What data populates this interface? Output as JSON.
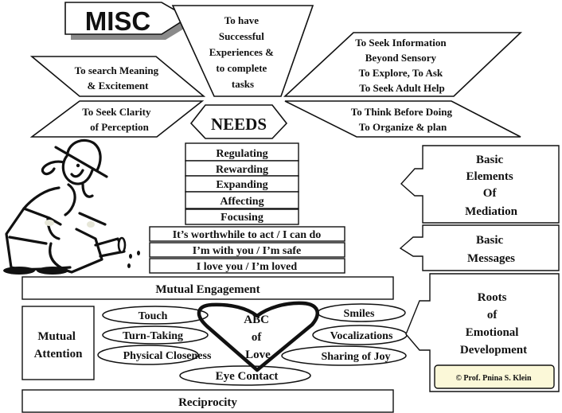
{
  "title": "MISC",
  "needs": {
    "center_label": "NEEDS",
    "items": {
      "successful": [
        "To have",
        "Successful",
        "Experiences &",
        "to complete",
        "tasks"
      ],
      "meaning": [
        "To search Meaning",
        "& Excitement"
      ],
      "clarity": [
        "To Seek Clarity",
        "of Perception"
      ],
      "information": [
        "To Seek Information",
        "Beyond Sensory",
        "To Explore, To Ask",
        "To Seek Adult Help"
      ],
      "think": [
        "To Think Before Doing",
        "To Organize & plan"
      ]
    }
  },
  "mediation_elements": [
    "Regulating",
    "Rewarding",
    "Expanding",
    "Affecting",
    "Focusing"
  ],
  "basic_messages": [
    "It’s worthwhile to act / I can do",
    "I’m with you / I’m safe",
    "I love you / I’m loved"
  ],
  "side_labels": {
    "mediation": [
      "Basic",
      "Elements",
      "Of",
      "Mediation"
    ],
    "messages": [
      "Basic",
      "Messages"
    ],
    "roots": [
      "Roots",
      "of",
      "Emotional",
      "Development"
    ]
  },
  "mutual_engagement": "Mutual Engagement",
  "mutual_attention": [
    "Mutual",
    "Attention"
  ],
  "heart": [
    "ABC",
    "of",
    "Love"
  ],
  "love_components": {
    "left": [
      "Touch",
      "Turn-Taking",
      "Physical Closeness"
    ],
    "right": [
      "Smiles",
      "Vocalizations",
      "Sharing of Joy"
    ],
    "bottom": "Eye Contact"
  },
  "reciprocity": "Reciprocity",
  "copyright": "© Prof. Pnina S. Klein",
  "colors": {
    "copyright_bg": "#fbf8d8",
    "shadow": "#8a8a8a",
    "ink": "#111111"
  }
}
